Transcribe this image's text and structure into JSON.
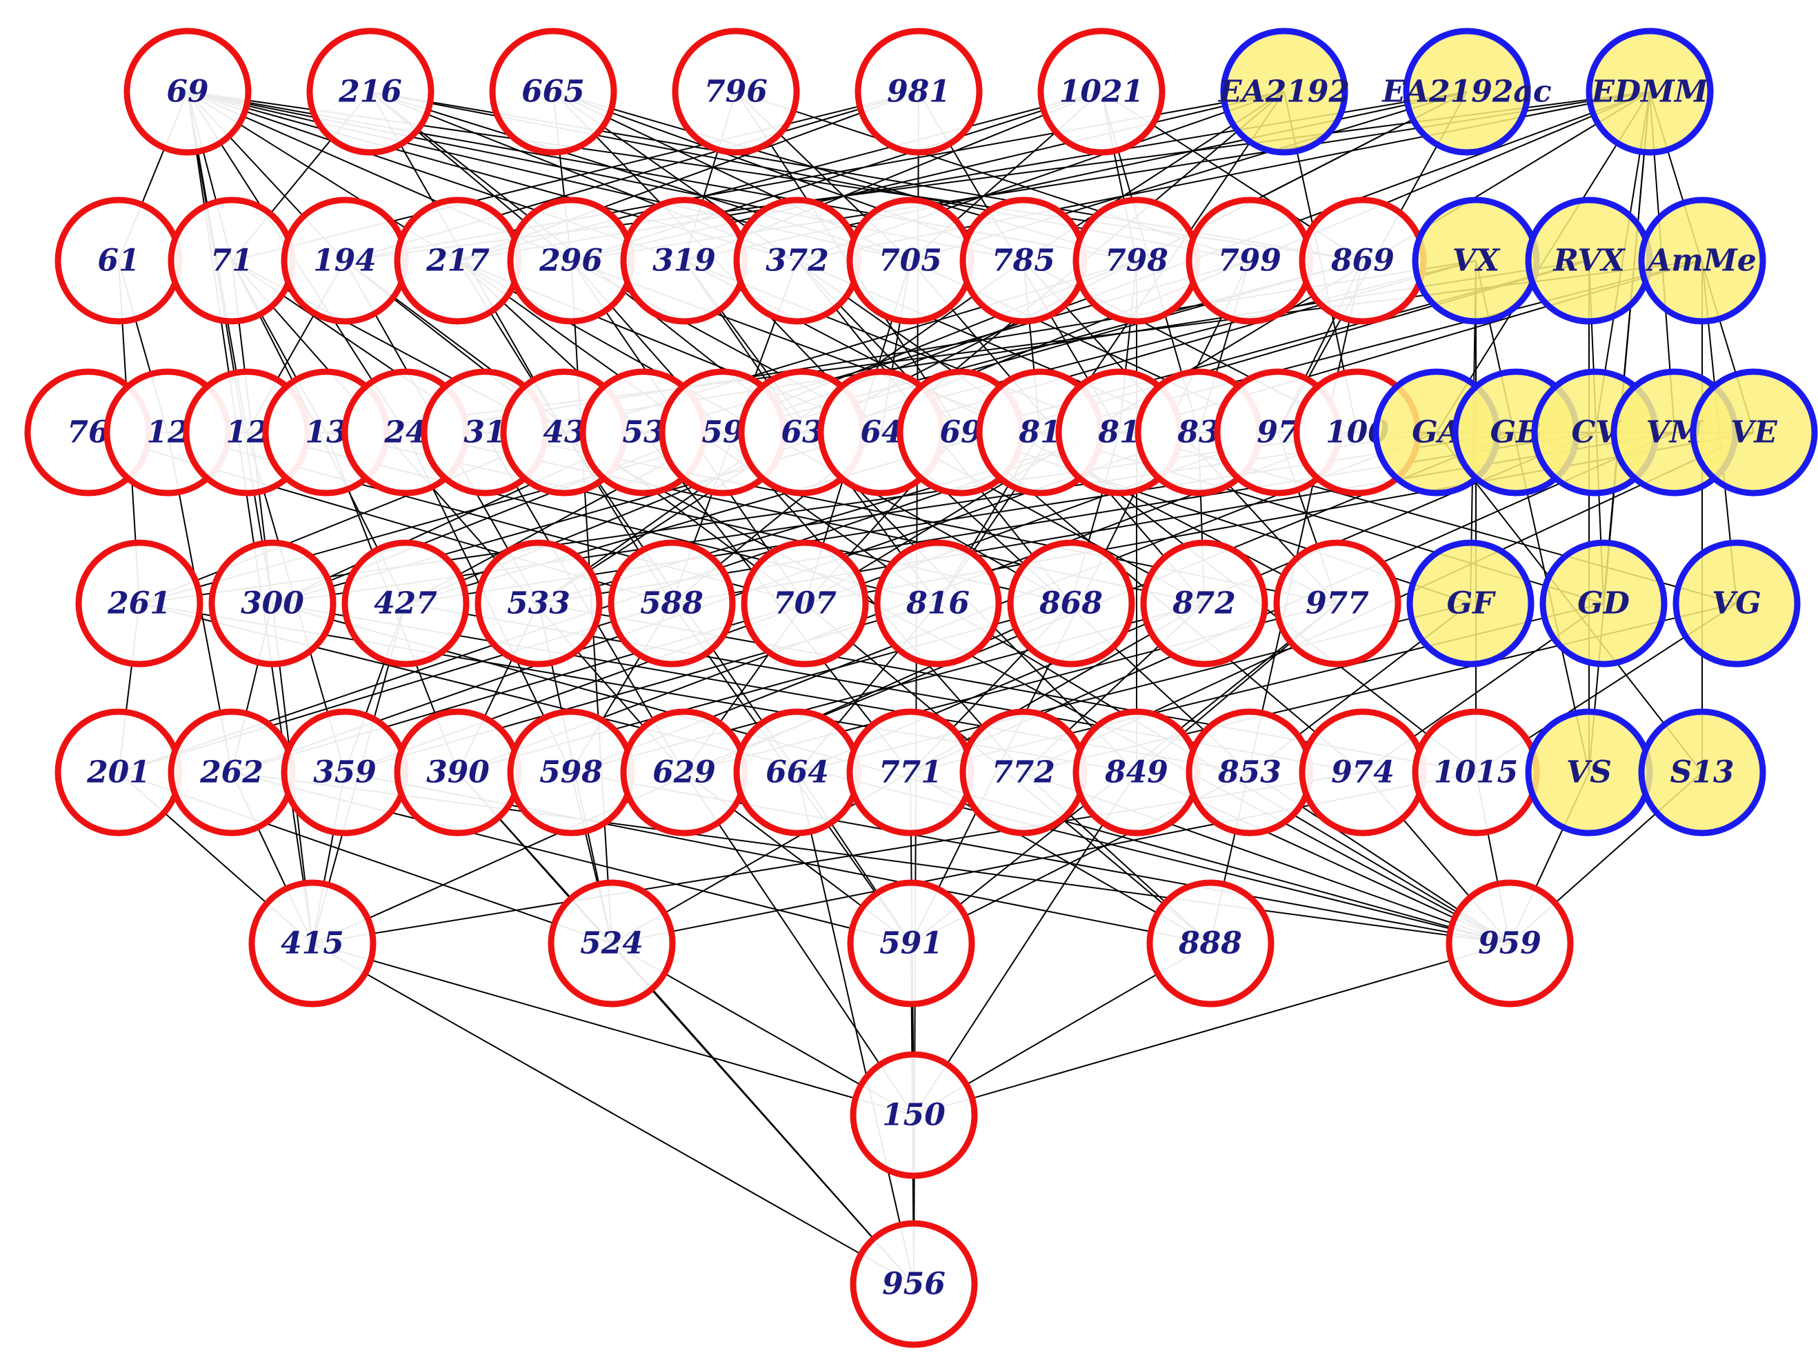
{
  "colors": {
    "red_border": "#ee1111",
    "red_fill": "#ffffff",
    "blue_border": "#1a1aee",
    "blue_fill": "#fbf07c",
    "label": "#1a1a80",
    "edge": "#000000"
  },
  "nodes": [
    {
      "id": "69",
      "label": "69",
      "kind": "red",
      "row": 0,
      "col": 0
    },
    {
      "id": "216",
      "label": "216",
      "kind": "red",
      "row": 0,
      "col": 1
    },
    {
      "id": "665",
      "label": "665",
      "kind": "red",
      "row": 0,
      "col": 2
    },
    {
      "id": "796",
      "label": "796",
      "kind": "red",
      "row": 0,
      "col": 3
    },
    {
      "id": "981",
      "label": "981",
      "kind": "red",
      "row": 0,
      "col": 4
    },
    {
      "id": "1021",
      "label": "1021",
      "kind": "red",
      "row": 0,
      "col": 5
    },
    {
      "id": "EA2192",
      "label": "EA2192",
      "kind": "blue",
      "row": 0,
      "col": 6
    },
    {
      "id": "EA2192ac",
      "label": "EA2192ac",
      "kind": "blue",
      "row": 0,
      "col": 7
    },
    {
      "id": "EDMM",
      "label": "EDMM",
      "kind": "blue",
      "row": 0,
      "col": 8
    },
    {
      "id": "61",
      "label": "61",
      "kind": "red",
      "row": 1,
      "col": 0
    },
    {
      "id": "71",
      "label": "71",
      "kind": "red",
      "row": 1,
      "col": 1
    },
    {
      "id": "194",
      "label": "194",
      "kind": "red",
      "row": 1,
      "col": 2
    },
    {
      "id": "217",
      "label": "217",
      "kind": "red",
      "row": 1,
      "col": 3
    },
    {
      "id": "296",
      "label": "296",
      "kind": "red",
      "row": 1,
      "col": 4
    },
    {
      "id": "319",
      "label": "319",
      "kind": "red",
      "row": 1,
      "col": 5
    },
    {
      "id": "372",
      "label": "372",
      "kind": "red",
      "row": 1,
      "col": 6
    },
    {
      "id": "705",
      "label": "705",
      "kind": "red",
      "row": 1,
      "col": 7
    },
    {
      "id": "785",
      "label": "785",
      "kind": "red",
      "row": 1,
      "col": 8
    },
    {
      "id": "798",
      "label": "798",
      "kind": "red",
      "row": 1,
      "col": 9
    },
    {
      "id": "799",
      "label": "799",
      "kind": "red",
      "row": 1,
      "col": 10
    },
    {
      "id": "869",
      "label": "869",
      "kind": "red",
      "row": 1,
      "col": 11
    },
    {
      "id": "VX",
      "label": "VX",
      "kind": "blue",
      "row": 1,
      "col": 12
    },
    {
      "id": "RVX",
      "label": "RVX",
      "kind": "blue",
      "row": 1,
      "col": 13
    },
    {
      "id": "AmMe",
      "label": "AmMe",
      "kind": "blue",
      "row": 1,
      "col": 14
    },
    {
      "id": "r2-0",
      "label": "76",
      "kind": "red",
      "row": 2,
      "col": 0
    },
    {
      "id": "r2-1",
      "label": "12",
      "kind": "red",
      "row": 2,
      "col": 1
    },
    {
      "id": "r2-2",
      "label": "12",
      "kind": "red",
      "row": 2,
      "col": 2
    },
    {
      "id": "r2-3",
      "label": "13",
      "kind": "red",
      "row": 2,
      "col": 3
    },
    {
      "id": "r2-4",
      "label": "24",
      "kind": "red",
      "row": 2,
      "col": 4
    },
    {
      "id": "r2-5",
      "label": "31",
      "kind": "red",
      "row": 2,
      "col": 5
    },
    {
      "id": "r2-6",
      "label": "43",
      "kind": "red",
      "row": 2,
      "col": 6
    },
    {
      "id": "r2-7",
      "label": "53",
      "kind": "red",
      "row": 2,
      "col": 7
    },
    {
      "id": "r2-8",
      "label": "59",
      "kind": "red",
      "row": 2,
      "col": 8
    },
    {
      "id": "r2-9",
      "label": "63",
      "kind": "red",
      "row": 2,
      "col": 9
    },
    {
      "id": "r2-10",
      "label": "64",
      "kind": "red",
      "row": 2,
      "col": 10
    },
    {
      "id": "r2-11",
      "label": "69",
      "kind": "red",
      "row": 2,
      "col": 11
    },
    {
      "id": "r2-12",
      "label": "81",
      "kind": "red",
      "row": 2,
      "col": 12
    },
    {
      "id": "r2-13",
      "label": "81",
      "kind": "red",
      "row": 2,
      "col": 13
    },
    {
      "id": "r2-14",
      "label": "83",
      "kind": "red",
      "row": 2,
      "col": 14
    },
    {
      "id": "r2-15",
      "label": "97",
      "kind": "red",
      "row": 2,
      "col": 15
    },
    {
      "id": "r2-16",
      "label": "100",
      "kind": "red",
      "row": 2,
      "col": 16
    },
    {
      "id": "GA",
      "label": "GA",
      "kind": "blue",
      "row": 2,
      "col": 17
    },
    {
      "id": "GB",
      "label": "GB",
      "kind": "blue",
      "row": 2,
      "col": 18
    },
    {
      "id": "CV",
      "label": "CV",
      "kind": "blue",
      "row": 2,
      "col": 19
    },
    {
      "id": "VM",
      "label": "VM",
      "kind": "blue",
      "row": 2,
      "col": 20
    },
    {
      "id": "VE",
      "label": "VE",
      "kind": "blue",
      "row": 2,
      "col": 21
    },
    {
      "id": "261",
      "label": "261",
      "kind": "red",
      "row": 3,
      "col": 0
    },
    {
      "id": "300",
      "label": "300",
      "kind": "red",
      "row": 3,
      "col": 1
    },
    {
      "id": "427",
      "label": "427",
      "kind": "red",
      "row": 3,
      "col": 2
    },
    {
      "id": "533",
      "label": "533",
      "kind": "red",
      "row": 3,
      "col": 3
    },
    {
      "id": "588",
      "label": "588",
      "kind": "red",
      "row": 3,
      "col": 4
    },
    {
      "id": "707",
      "label": "707",
      "kind": "red",
      "row": 3,
      "col": 5
    },
    {
      "id": "816",
      "label": "816",
      "kind": "red",
      "row": 3,
      "col": 6
    },
    {
      "id": "868",
      "label": "868",
      "kind": "red",
      "row": 3,
      "col": 7
    },
    {
      "id": "872",
      "label": "872",
      "kind": "red",
      "row": 3,
      "col": 8
    },
    {
      "id": "977",
      "label": "977",
      "kind": "red",
      "row": 3,
      "col": 9
    },
    {
      "id": "GF",
      "label": "GF",
      "kind": "blue",
      "row": 3,
      "col": 10
    },
    {
      "id": "GD",
      "label": "GD",
      "kind": "blue",
      "row": 3,
      "col": 11
    },
    {
      "id": "VG",
      "label": "VG",
      "kind": "blue",
      "row": 3,
      "col": 12
    },
    {
      "id": "201",
      "label": "201",
      "kind": "red",
      "row": 4,
      "col": 0
    },
    {
      "id": "262",
      "label": "262",
      "kind": "red",
      "row": 4,
      "col": 1
    },
    {
      "id": "359",
      "label": "359",
      "kind": "red",
      "row": 4,
      "col": 2
    },
    {
      "id": "390",
      "label": "390",
      "kind": "red",
      "row": 4,
      "col": 3
    },
    {
      "id": "598",
      "label": "598",
      "kind": "red",
      "row": 4,
      "col": 4
    },
    {
      "id": "629",
      "label": "629",
      "kind": "red",
      "row": 4,
      "col": 5
    },
    {
      "id": "664",
      "label": "664",
      "kind": "red",
      "row": 4,
      "col": 6
    },
    {
      "id": "771",
      "label": "771",
      "kind": "red",
      "row": 4,
      "col": 7
    },
    {
      "id": "772",
      "label": "772",
      "kind": "red",
      "row": 4,
      "col": 8
    },
    {
      "id": "849",
      "label": "849",
      "kind": "red",
      "row": 4,
      "col": 9
    },
    {
      "id": "853",
      "label": "853",
      "kind": "red",
      "row": 4,
      "col": 10
    },
    {
      "id": "974",
      "label": "974",
      "kind": "red",
      "row": 4,
      "col": 11
    },
    {
      "id": "1015",
      "label": "1015",
      "kind": "red",
      "row": 4,
      "col": 12
    },
    {
      "id": "VS",
      "label": "VS",
      "kind": "blue",
      "row": 4,
      "col": 13
    },
    {
      "id": "S13",
      "label": "S13",
      "kind": "blue",
      "row": 4,
      "col": 14
    },
    {
      "id": "415",
      "label": "415",
      "kind": "red",
      "row": 5,
      "col": 0
    },
    {
      "id": "524",
      "label": "524",
      "kind": "red",
      "row": 5,
      "col": 1
    },
    {
      "id": "591",
      "label": "591",
      "kind": "red",
      "row": 5,
      "col": 2
    },
    {
      "id": "888",
      "label": "888",
      "kind": "red",
      "row": 5,
      "col": 3
    },
    {
      "id": "959",
      "label": "959",
      "kind": "red",
      "row": 5,
      "col": 4
    },
    {
      "id": "150",
      "label": "150",
      "kind": "red",
      "row": 6,
      "col": 0
    },
    {
      "id": "956",
      "label": "956",
      "kind": "red",
      "row": 7,
      "col": 0
    }
  ],
  "edges": [
    [
      "69",
      "61"
    ],
    [
      "69",
      "194"
    ],
    [
      "69",
      "217"
    ],
    [
      "69",
      "296"
    ],
    [
      "69",
      "319"
    ],
    [
      "69",
      "372"
    ],
    [
      "69",
      "705"
    ],
    [
      "69",
      "785"
    ],
    [
      "69",
      "798"
    ],
    [
      "69",
      "869"
    ],
    [
      "69",
      "71"
    ],
    [
      "69",
      "r2-2"
    ],
    [
      "69",
      "r2-4"
    ],
    [
      "69",
      "300"
    ],
    [
      "69",
      "415"
    ],
    [
      "216",
      "71"
    ],
    [
      "216",
      "296"
    ],
    [
      "216",
      "372"
    ],
    [
      "216",
      "705"
    ],
    [
      "216",
      "799"
    ],
    [
      "216",
      "869"
    ],
    [
      "216",
      "r2-6"
    ],
    [
      "216",
      "r2-9"
    ],
    [
      "665",
      "296"
    ],
    [
      "665",
      "705"
    ],
    [
      "665",
      "785"
    ],
    [
      "665",
      "798"
    ],
    [
      "665",
      "r2-10"
    ],
    [
      "665",
      "r2-12"
    ],
    [
      "796",
      "319"
    ],
    [
      "796",
      "705"
    ],
    [
      "796",
      "799"
    ],
    [
      "796",
      "r2-11"
    ],
    [
      "981",
      "956"
    ],
    [
      "981",
      "71"
    ],
    [
      "981",
      "194"
    ],
    [
      "981",
      "217"
    ],
    [
      "981",
      "r2-13"
    ],
    [
      "1021",
      "217"
    ],
    [
      "1021",
      "296"
    ],
    [
      "1021",
      "319"
    ],
    [
      "1021",
      "705"
    ],
    [
      "1021",
      "798"
    ],
    [
      "1021",
      "869"
    ],
    [
      "1021",
      "r2-14"
    ],
    [
      "EA2192",
      "194"
    ],
    [
      "EA2192",
      "296"
    ],
    [
      "EA2192",
      "372"
    ],
    [
      "EA2192",
      "785"
    ],
    [
      "EA2192",
      "r2-10"
    ],
    [
      "EA2192",
      "r2-16"
    ],
    [
      "EA2192",
      "816"
    ],
    [
      "EA2192ac",
      "217"
    ],
    [
      "EA2192ac",
      "319"
    ],
    [
      "EA2192ac",
      "705"
    ],
    [
      "EA2192ac",
      "798"
    ],
    [
      "EA2192ac",
      "r2-9"
    ],
    [
      "EA2192ac",
      "r2-15"
    ],
    [
      "EDMM",
      "194"
    ],
    [
      "EDMM",
      "296"
    ],
    [
      "EDMM",
      "372"
    ],
    [
      "EDMM",
      "799"
    ],
    [
      "EDMM",
      "r2-8"
    ],
    [
      "EDMM",
      "GA"
    ],
    [
      "EDMM",
      "CV"
    ],
    [
      "EDMM",
      "VM"
    ],
    [
      "EDMM",
      "VE"
    ],
    [
      "EDMM",
      "GD"
    ],
    [
      "EDMM",
      "VS"
    ],
    [
      "EDMM",
      "707"
    ],
    [
      "61",
      "r2-1"
    ],
    [
      "61",
      "261"
    ],
    [
      "71",
      "r2-3"
    ],
    [
      "71",
      "r2-5"
    ],
    [
      "71",
      "427"
    ],
    [
      "71",
      "629"
    ],
    [
      "71",
      "415"
    ],
    [
      "71",
      "959"
    ],
    [
      "194",
      "r2-2"
    ],
    [
      "194",
      "r2-6"
    ],
    [
      "194",
      "533"
    ],
    [
      "194",
      "707"
    ],
    [
      "217",
      "r2-7"
    ],
    [
      "217",
      "r2-10"
    ],
    [
      "217",
      "588"
    ],
    [
      "217",
      "816"
    ],
    [
      "217",
      "868"
    ],
    [
      "296",
      "r2-8"
    ],
    [
      "296",
      "r2-12"
    ],
    [
      "296",
      "707"
    ],
    [
      "296",
      "872"
    ],
    [
      "296",
      "524"
    ],
    [
      "319",
      "r2-9"
    ],
    [
      "319",
      "r2-13"
    ],
    [
      "319",
      "816"
    ],
    [
      "319",
      "977"
    ],
    [
      "372",
      "r2-11"
    ],
    [
      "372",
      "r2-14"
    ],
    [
      "372",
      "868"
    ],
    [
      "372",
      "588"
    ],
    [
      "705",
      "r2-10"
    ],
    [
      "705",
      "r2-15"
    ],
    [
      "705",
      "872"
    ],
    [
      "705",
      "707"
    ],
    [
      "785",
      "r2-12"
    ],
    [
      "785",
      "r2-16"
    ],
    [
      "785",
      "977"
    ],
    [
      "785",
      "533"
    ],
    [
      "798",
      "r2-13"
    ],
    [
      "798",
      "r2-6"
    ],
    [
      "798",
      "300"
    ],
    [
      "798",
      "849"
    ],
    [
      "799",
      "r2-14"
    ],
    [
      "799",
      "r2-7"
    ],
    [
      "799",
      "427"
    ],
    [
      "799",
      "591"
    ],
    [
      "869",
      "r2-15"
    ],
    [
      "869",
      "r2-8"
    ],
    [
      "869",
      "261"
    ],
    [
      "869",
      "888"
    ],
    [
      "VX",
      "r2-4"
    ],
    [
      "VX",
      "r2-9"
    ],
    [
      "VX",
      "300"
    ],
    [
      "VX",
      "GF"
    ],
    [
      "VX",
      "1015"
    ],
    [
      "RVX",
      "r2-5"
    ],
    [
      "RVX",
      "r2-11"
    ],
    [
      "RVX",
      "427"
    ],
    [
      "RVX",
      "GD"
    ],
    [
      "RVX",
      "VS"
    ],
    [
      "AmMe",
      "r2-3"
    ],
    [
      "AmMe",
      "r2-12"
    ],
    [
      "AmMe",
      "533"
    ],
    [
      "AmMe",
      "VG"
    ],
    [
      "AmMe",
      "S13"
    ],
    [
      "r2-0",
      "r2-9"
    ],
    [
      "r2-0",
      "r2-12"
    ],
    [
      "r2-0",
      "588"
    ],
    [
      "r2-1",
      "r2-10"
    ],
    [
      "r2-1",
      "707"
    ],
    [
      "r2-1",
      "262"
    ],
    [
      "r2-2",
      "r2-13"
    ],
    [
      "r2-2",
      "816"
    ],
    [
      "r2-2",
      "359"
    ],
    [
      "r2-3",
      "r2-14"
    ],
    [
      "r2-3",
      "868"
    ],
    [
      "r2-3",
      "390"
    ],
    [
      "r2-4",
      "r2-15"
    ],
    [
      "r2-4",
      "872"
    ],
    [
      "r2-4",
      "598"
    ],
    [
      "r2-5",
      "r2-16"
    ],
    [
      "r2-5",
      "977"
    ],
    [
      "r2-5",
      "629"
    ],
    [
      "r2-6",
      "GA"
    ],
    [
      "r2-6",
      "664"
    ],
    [
      "r2-6",
      "261"
    ],
    [
      "r2-7",
      "GB"
    ],
    [
      "r2-7",
      "771"
    ],
    [
      "r2-7",
      "300"
    ],
    [
      "r2-8",
      "CV"
    ],
    [
      "r2-8",
      "772"
    ],
    [
      "r2-8",
      "427"
    ],
    [
      "r2-9",
      "VM"
    ],
    [
      "r2-9",
      "849"
    ],
    [
      "r2-9",
      "533"
    ],
    [
      "r2-10",
      "VE"
    ],
    [
      "r2-10",
      "853"
    ],
    [
      "r2-10",
      "588"
    ],
    [
      "r2-11",
      "974"
    ],
    [
      "r2-11",
      "707"
    ],
    [
      "r2-11",
      "GF"
    ],
    [
      "r2-12",
      "1015"
    ],
    [
      "r2-12",
      "816"
    ],
    [
      "r2-12",
      "GD"
    ],
    [
      "r2-13",
      "868"
    ],
    [
      "r2-13",
      "201"
    ],
    [
      "r2-13",
      "VG"
    ],
    [
      "r2-14",
      "872"
    ],
    [
      "r2-14",
      "262"
    ],
    [
      "r2-15",
      "977"
    ],
    [
      "r2-15",
      "359"
    ],
    [
      "r2-16",
      "261"
    ],
    [
      "r2-16",
      "390"
    ],
    [
      "GA",
      "300"
    ],
    [
      "GA",
      "598"
    ],
    [
      "GB",
      "427"
    ],
    [
      "GB",
      "629"
    ],
    [
      "CV",
      "533"
    ],
    [
      "CV",
      "664"
    ],
    [
      "VM",
      "588"
    ],
    [
      "VM",
      "771"
    ],
    [
      "VE",
      "707"
    ],
    [
      "VE",
      "772"
    ],
    [
      "261",
      "201"
    ],
    [
      "261",
      "849"
    ],
    [
      "261",
      "959"
    ],
    [
      "300",
      "262"
    ],
    [
      "300",
      "853"
    ],
    [
      "300",
      "959"
    ],
    [
      "427",
      "359"
    ],
    [
      "427",
      "974"
    ],
    [
      "427",
      "415"
    ],
    [
      "533",
      "390"
    ],
    [
      "533",
      "1015"
    ],
    [
      "533",
      "524"
    ],
    [
      "588",
      "598"
    ],
    [
      "588",
      "201"
    ],
    [
      "588",
      "591"
    ],
    [
      "707",
      "629"
    ],
    [
      "707",
      "262"
    ],
    [
      "707",
      "888"
    ],
    [
      "816",
      "664"
    ],
    [
      "816",
      "359"
    ],
    [
      "816",
      "959"
    ],
    [
      "868",
      "771"
    ],
    [
      "868",
      "390"
    ],
    [
      "868",
      "415"
    ],
    [
      "872",
      "772"
    ],
    [
      "872",
      "598"
    ],
    [
      "872",
      "524"
    ],
    [
      "977",
      "849"
    ],
    [
      "977",
      "629"
    ],
    [
      "977",
      "591"
    ],
    [
      "GF",
      "853"
    ],
    [
      "GF",
      "664"
    ],
    [
      "GD",
      "974"
    ],
    [
      "GD",
      "771"
    ],
    [
      "VG",
      "1015"
    ],
    [
      "VG",
      "772"
    ],
    [
      "201",
      "415"
    ],
    [
      "201",
      "524"
    ],
    [
      "262",
      "415"
    ],
    [
      "262",
      "591"
    ],
    [
      "262",
      "959"
    ],
    [
      "359",
      "415"
    ],
    [
      "359",
      "888"
    ],
    [
      "390",
      "524"
    ],
    [
      "390",
      "956"
    ],
    [
      "598",
      "524"
    ],
    [
      "598",
      "959"
    ],
    [
      "629",
      "591"
    ],
    [
      "629",
      "150"
    ],
    [
      "664",
      "591"
    ],
    [
      "664",
      "956"
    ],
    [
      "771",
      "888"
    ],
    [
      "771",
      "150"
    ],
    [
      "772",
      "888"
    ],
    [
      "772",
      "959"
    ],
    [
      "849",
      "959"
    ],
    [
      "849",
      "150"
    ],
    [
      "853",
      "959"
    ],
    [
      "853",
      "591"
    ],
    [
      "974",
      "959"
    ],
    [
      "974",
      "415"
    ],
    [
      "1015",
      "959"
    ],
    [
      "1015",
      "524"
    ],
    [
      "VS",
      "959"
    ],
    [
      "VS",
      "VX"
    ],
    [
      "S13",
      "959"
    ],
    [
      "S13",
      "GA"
    ],
    [
      "415",
      "150"
    ],
    [
      "415",
      "956"
    ],
    [
      "524",
      "150"
    ],
    [
      "524",
      "956"
    ],
    [
      "591",
      "150"
    ],
    [
      "591",
      "956"
    ],
    [
      "888",
      "150"
    ],
    [
      "959",
      "150"
    ],
    [
      "150",
      "956"
    ]
  ]
}
